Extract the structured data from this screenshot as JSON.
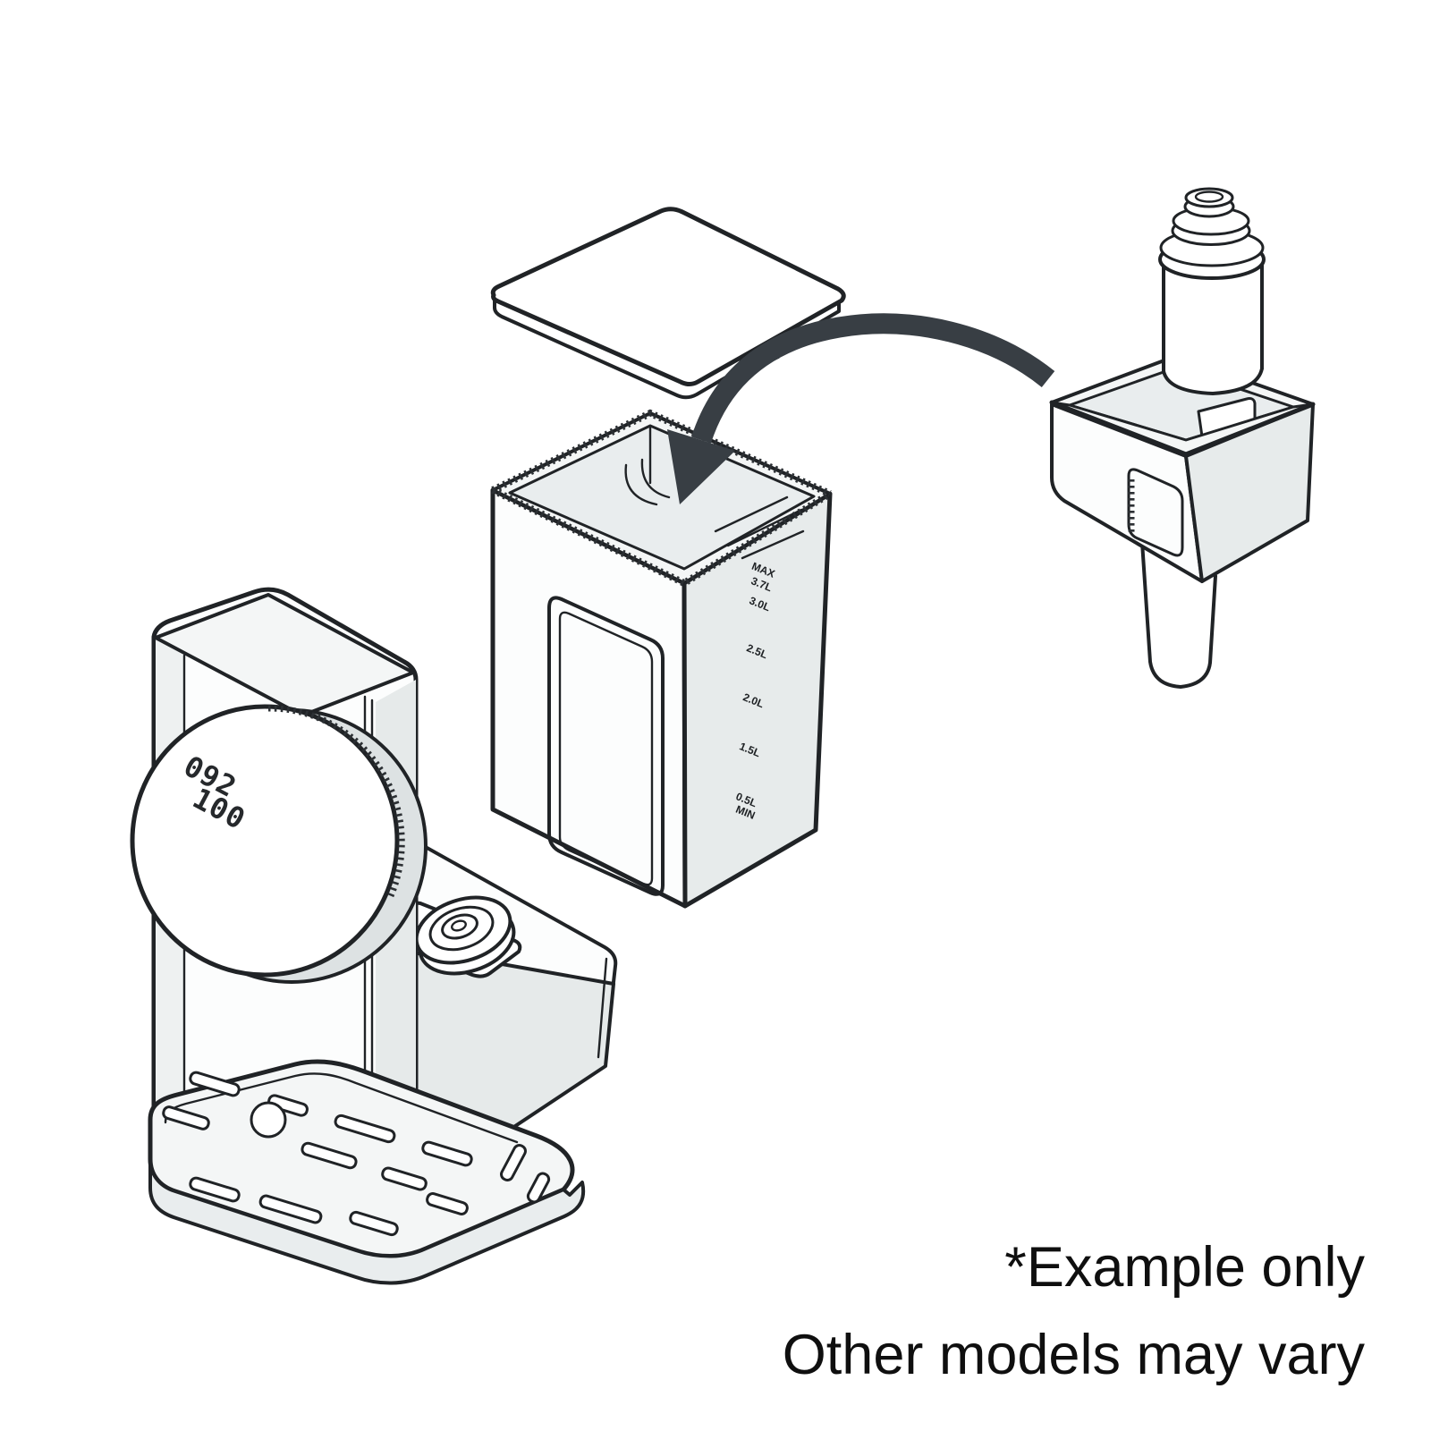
{
  "caption": {
    "line1": "*Example only",
    "line2": "Other models may vary"
  },
  "display": {
    "line1": "092",
    "line2": "100"
  },
  "tank_scale": {
    "labels": [
      "MAX",
      "3.7L",
      "3.0L",
      "2.5L",
      "2.0L",
      "1.5L",
      "0.5L",
      "MIN"
    ]
  },
  "colors": {
    "line": "#202326",
    "arrow": "#383e44",
    "caption_text": "#0f0f0f",
    "display_text": "#26292c",
    "panel_light": "#e7ebeb",
    "panel_lighter": "#f4f6f6",
    "background": "#ffffff"
  }
}
